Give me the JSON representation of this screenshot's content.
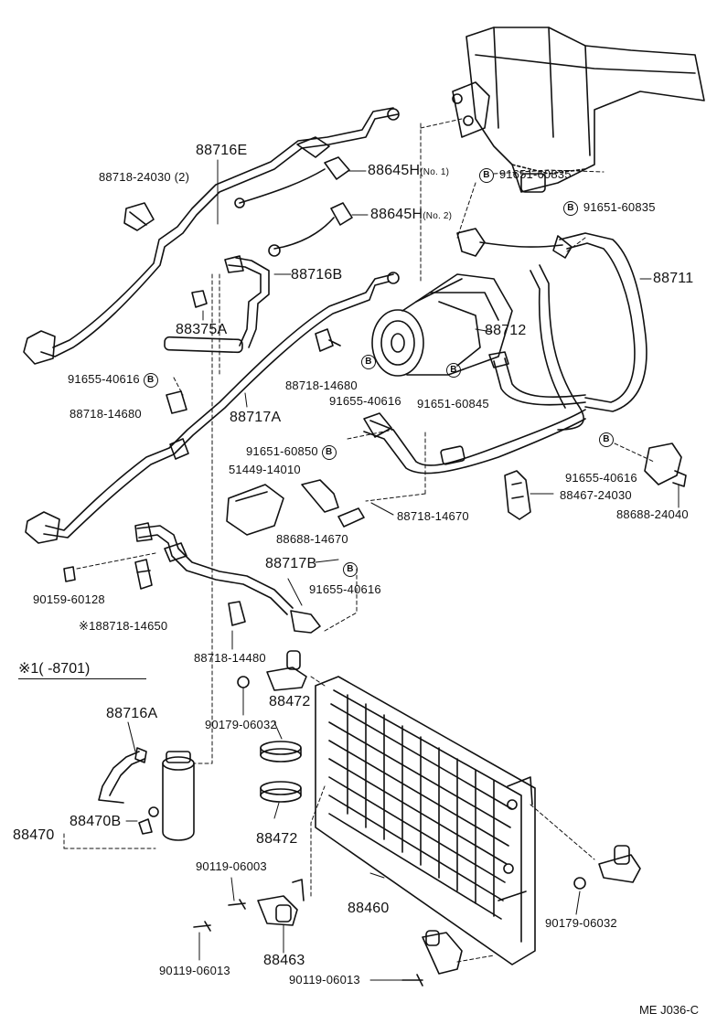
{
  "diagram_code": "ME  J036-C",
  "note": "※1(      -8701)",
  "b_mark": "B",
  "star_mark": "※1",
  "labels": [
    {
      "id": "88716E",
      "text": "88716E",
      "big": true
    },
    {
      "id": "88718-24030",
      "text": "88718-24030 (2)"
    },
    {
      "id": "88645H-1",
      "text": "88645H",
      "sub": "(No. 1)",
      "big": true
    },
    {
      "id": "88645H-2",
      "text": "88645H",
      "sub": "(No. 2)",
      "big": true
    },
    {
      "id": "91651-60835a",
      "text": "91651-60835",
      "b": true
    },
    {
      "id": "91651-60835b",
      "text": "91651-60835",
      "b": true
    },
    {
      "id": "88711",
      "text": "88711",
      "big": true
    },
    {
      "id": "88716B",
      "text": "88716B",
      "big": true
    },
    {
      "id": "88375A",
      "text": "88375A",
      "big": true
    },
    {
      "id": "88712",
      "text": "88712",
      "big": true
    },
    {
      "id": "91655-40616a",
      "text": "91655-40616",
      "bAfter": true
    },
    {
      "id": "88718-14680a",
      "text": "88718-14680"
    },
    {
      "id": "88718-14680b",
      "text": "88718-14680"
    },
    {
      "id": "91655-40616b",
      "text": "91655-40616"
    },
    {
      "id": "91651-60845",
      "text": "91651-60845"
    },
    {
      "id": "88717A",
      "text": "88717A",
      "big": true
    },
    {
      "id": "91651-60850",
      "text": "91651-60850",
      "bAfter": true
    },
    {
      "id": "51449-14010",
      "text": "51449-14010"
    },
    {
      "id": "91655-40616c",
      "text": "91655-40616"
    },
    {
      "id": "88467-24030",
      "text": "88467-24030"
    },
    {
      "id": "88688-24040",
      "text": "88688-24040"
    },
    {
      "id": "88718-14670",
      "text": "88718-14670"
    },
    {
      "id": "88688-14670",
      "text": "88688-14670"
    },
    {
      "id": "88717B",
      "text": "88717B",
      "big": true
    },
    {
      "id": "91655-40616d",
      "text": "91655-40616"
    },
    {
      "id": "90159-60128",
      "text": "90159-60128"
    },
    {
      "id": "88718-14650",
      "text": "88718-14650",
      "star": true
    },
    {
      "id": "88718-14480",
      "text": "88718-14480"
    },
    {
      "id": "88716A",
      "text": "88716A",
      "big": true
    },
    {
      "id": "90179-06032a",
      "text": "90179-06032"
    },
    {
      "id": "88472a",
      "text": "88472",
      "big": true
    },
    {
      "id": "88470B",
      "text": "88470B",
      "big": true
    },
    {
      "id": "88470",
      "text": "88470",
      "big": true
    },
    {
      "id": "88472b",
      "text": "88472",
      "big": true
    },
    {
      "id": "90119-06003",
      "text": "90119-06003"
    },
    {
      "id": "88460",
      "text": "88460",
      "big": true
    },
    {
      "id": "90179-06032b",
      "text": "90179-06032"
    },
    {
      "id": "90119-06013a",
      "text": "90119-06013"
    },
    {
      "id": "88463",
      "text": "88463",
      "big": true
    },
    {
      "id": "90119-06013b",
      "text": "90119-06013"
    }
  ]
}
